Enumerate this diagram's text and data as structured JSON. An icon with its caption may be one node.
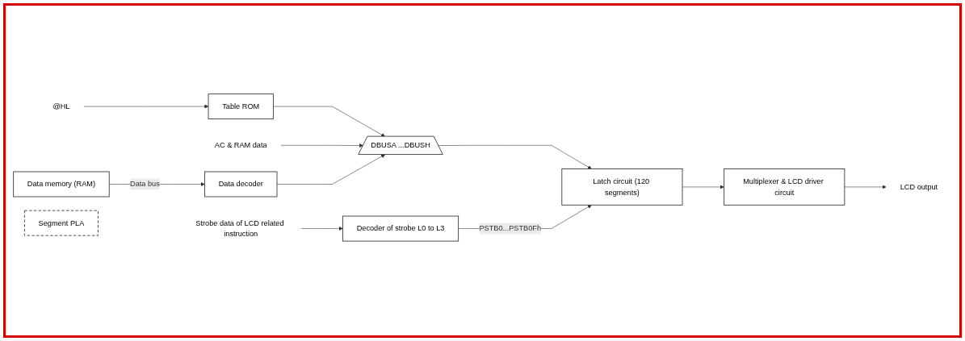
{
  "diagram": {
    "nodes": [
      {
        "text": [
          "@HL"
        ]
      },
      {
        "text": [
          "Table ROM"
        ]
      },
      {
        "text": [
          "AC & RAM data"
        ]
      },
      {
        "text": [
          "Data memory (RAM)"
        ]
      },
      {
        "text": [
          "Data decoder"
        ]
      },
      {
        "text": [
          "Strobe data of LCD related instruction"
        ]
      },
      {
        "text": [
          "Decoder of strobe L0 to L3"
        ]
      },
      {
        "text": [
          "DBUSA ...DBUSH"
        ]
      },
      {
        "text": [
          "Segment PLA"
        ]
      },
      {
        "text": [
          "Latch circuit (120 segments)"
        ]
      },
      {
        "text": [
          "Multiplexer & LCD driver circuit"
        ]
      },
      {
        "text": [
          "LCD output"
        ]
      }
    ],
    "edges": [
      {
        "from": 0,
        "to": 1,
        "arrow": "to"
      },
      {
        "from": 1,
        "to": 7,
        "arrow": "to"
      },
      {
        "from": 2,
        "to": 7,
        "arrow": "to"
      },
      {
        "from": 3,
        "to": 4,
        "arrow": "to",
        "label": "Data bus"
      },
      {
        "from": 4,
        "to": 7,
        "arrow": "to"
      },
      {
        "from": 5,
        "to": 6,
        "arrow": "to"
      },
      {
        "from": 7,
        "to": 9,
        "arrow": "to"
      },
      {
        "from": 6,
        "to": 9,
        "arrow": "to",
        "label": "PSTB0...PSTB0Fh"
      },
      {
        "from": 9,
        "to": 10,
        "arrow": "to"
      },
      {
        "from": 10,
        "to": 11,
        "arrow": "to"
      }
    ]
  }
}
